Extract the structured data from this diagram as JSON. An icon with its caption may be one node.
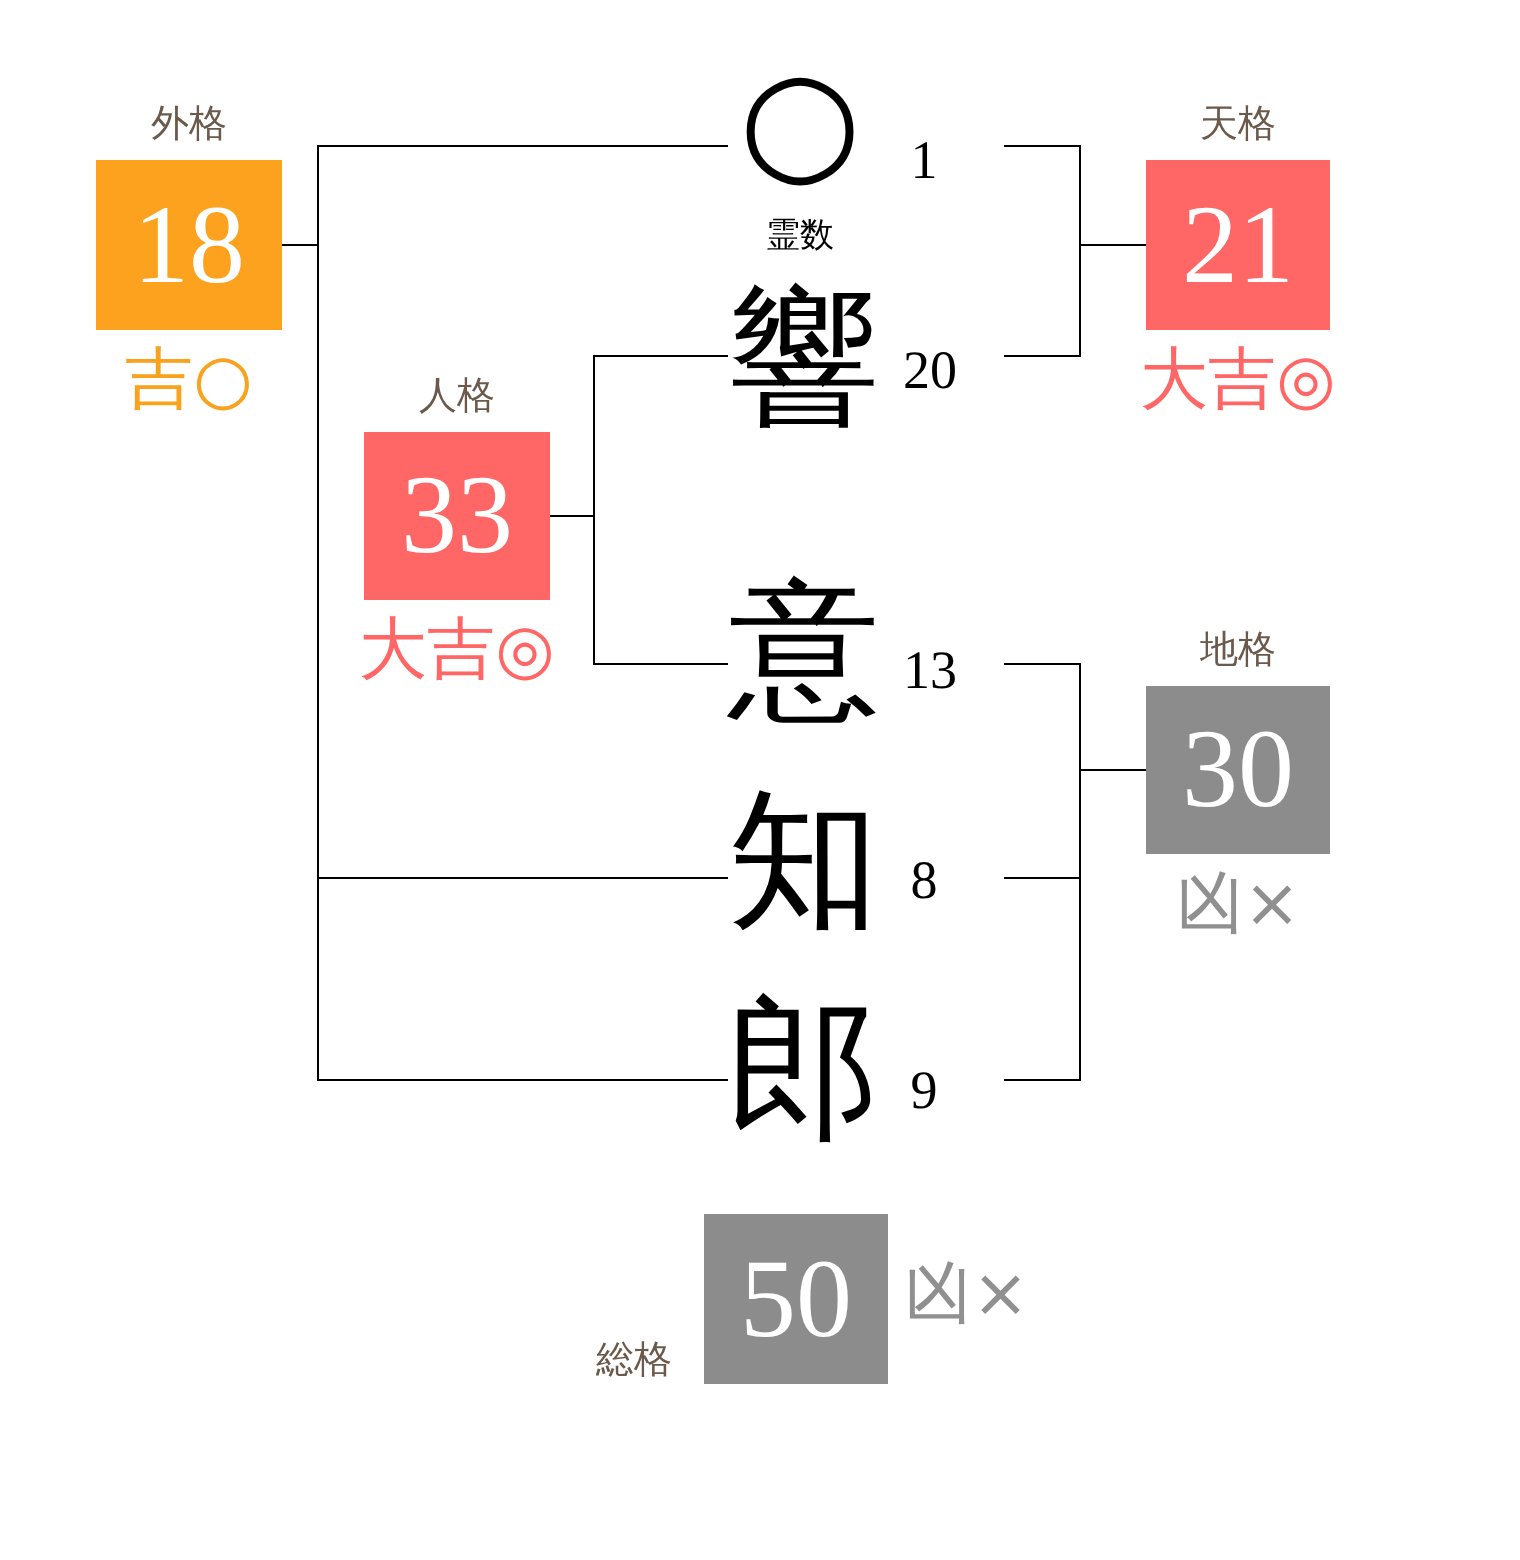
{
  "diagram": {
    "nodes": [
      {
        "text": [
          "外格",
          "18"
        ],
        "beside": [
          "吉○"
        ]
      },
      {
        "text": [
          "○"
        ],
        "beside": [
          "霊数",
          "1"
        ]
      },
      {
        "text": [
          "天格",
          "21"
        ],
        "beside": [
          "大吉◎"
        ]
      },
      {
        "text": [
          "響"
        ],
        "beside": [
          "20"
        ]
      },
      {
        "text": [
          "人格",
          "33"
        ],
        "beside": [
          "大吉◎"
        ]
      },
      {
        "text": [
          "意"
        ],
        "beside": [
          "13"
        ]
      },
      {
        "text": [
          "地格",
          "30"
        ],
        "beside": [
          "凶×"
        ]
      },
      {
        "text": [
          "知"
        ],
        "beside": [
          "8"
        ]
      },
      {
        "text": [
          "郎"
        ],
        "beside": [
          "9"
        ]
      },
      {
        "text": [
          "総格",
          "50"
        ],
        "beside": [
          "凶×"
        ]
      }
    ],
    "edges": [
      {
        "from": 1,
        "to": 0,
        "arrow": "none"
      },
      {
        "from": 7,
        "to": 0,
        "arrow": "none"
      },
      {
        "from": 8,
        "to": 0,
        "arrow": "none"
      },
      {
        "from": 1,
        "to": 2,
        "arrow": "none"
      },
      {
        "from": 3,
        "to": 2,
        "arrow": "none"
      },
      {
        "from": 3,
        "to": 4,
        "arrow": "none"
      },
      {
        "from": 5,
        "to": 4,
        "arrow": "none"
      },
      {
        "from": 5,
        "to": 6,
        "arrow": "none"
      },
      {
        "from": 7,
        "to": 6,
        "arrow": "none"
      },
      {
        "from": 8,
        "to": 6,
        "arrow": "none"
      }
    ]
  }
}
